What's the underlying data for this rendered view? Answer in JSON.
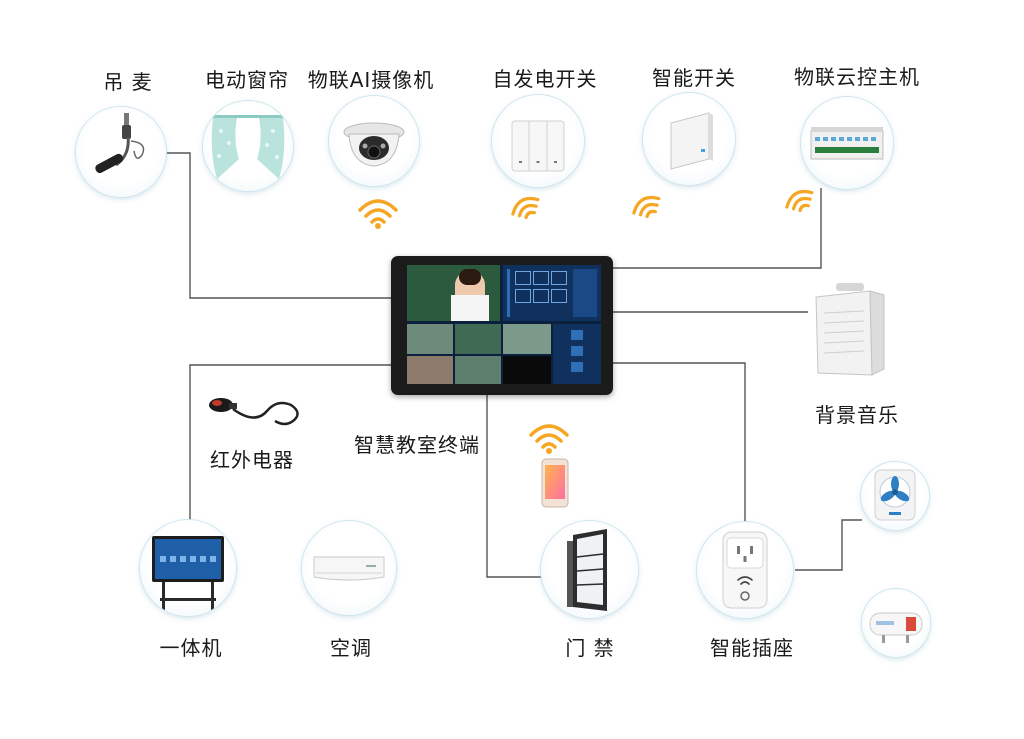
{
  "labels": {
    "mic": "吊 麦",
    "curtain": "电动窗帘",
    "camera": "物联AI摄像机",
    "self_power_switch": "自发电开关",
    "smart_switch": "智能开关",
    "cloud_host": "物联云控主机",
    "music": "背景音乐",
    "terminal": "智慧教室终端",
    "ir": "红外电器",
    "all_in_one": "一体机",
    "ac": "空调",
    "door": "门 禁",
    "smart_socket": "智能插座"
  },
  "colors": {
    "wire": "#555555",
    "wifi": "#f5a623",
    "bubble_border": "#cfe6ee"
  }
}
